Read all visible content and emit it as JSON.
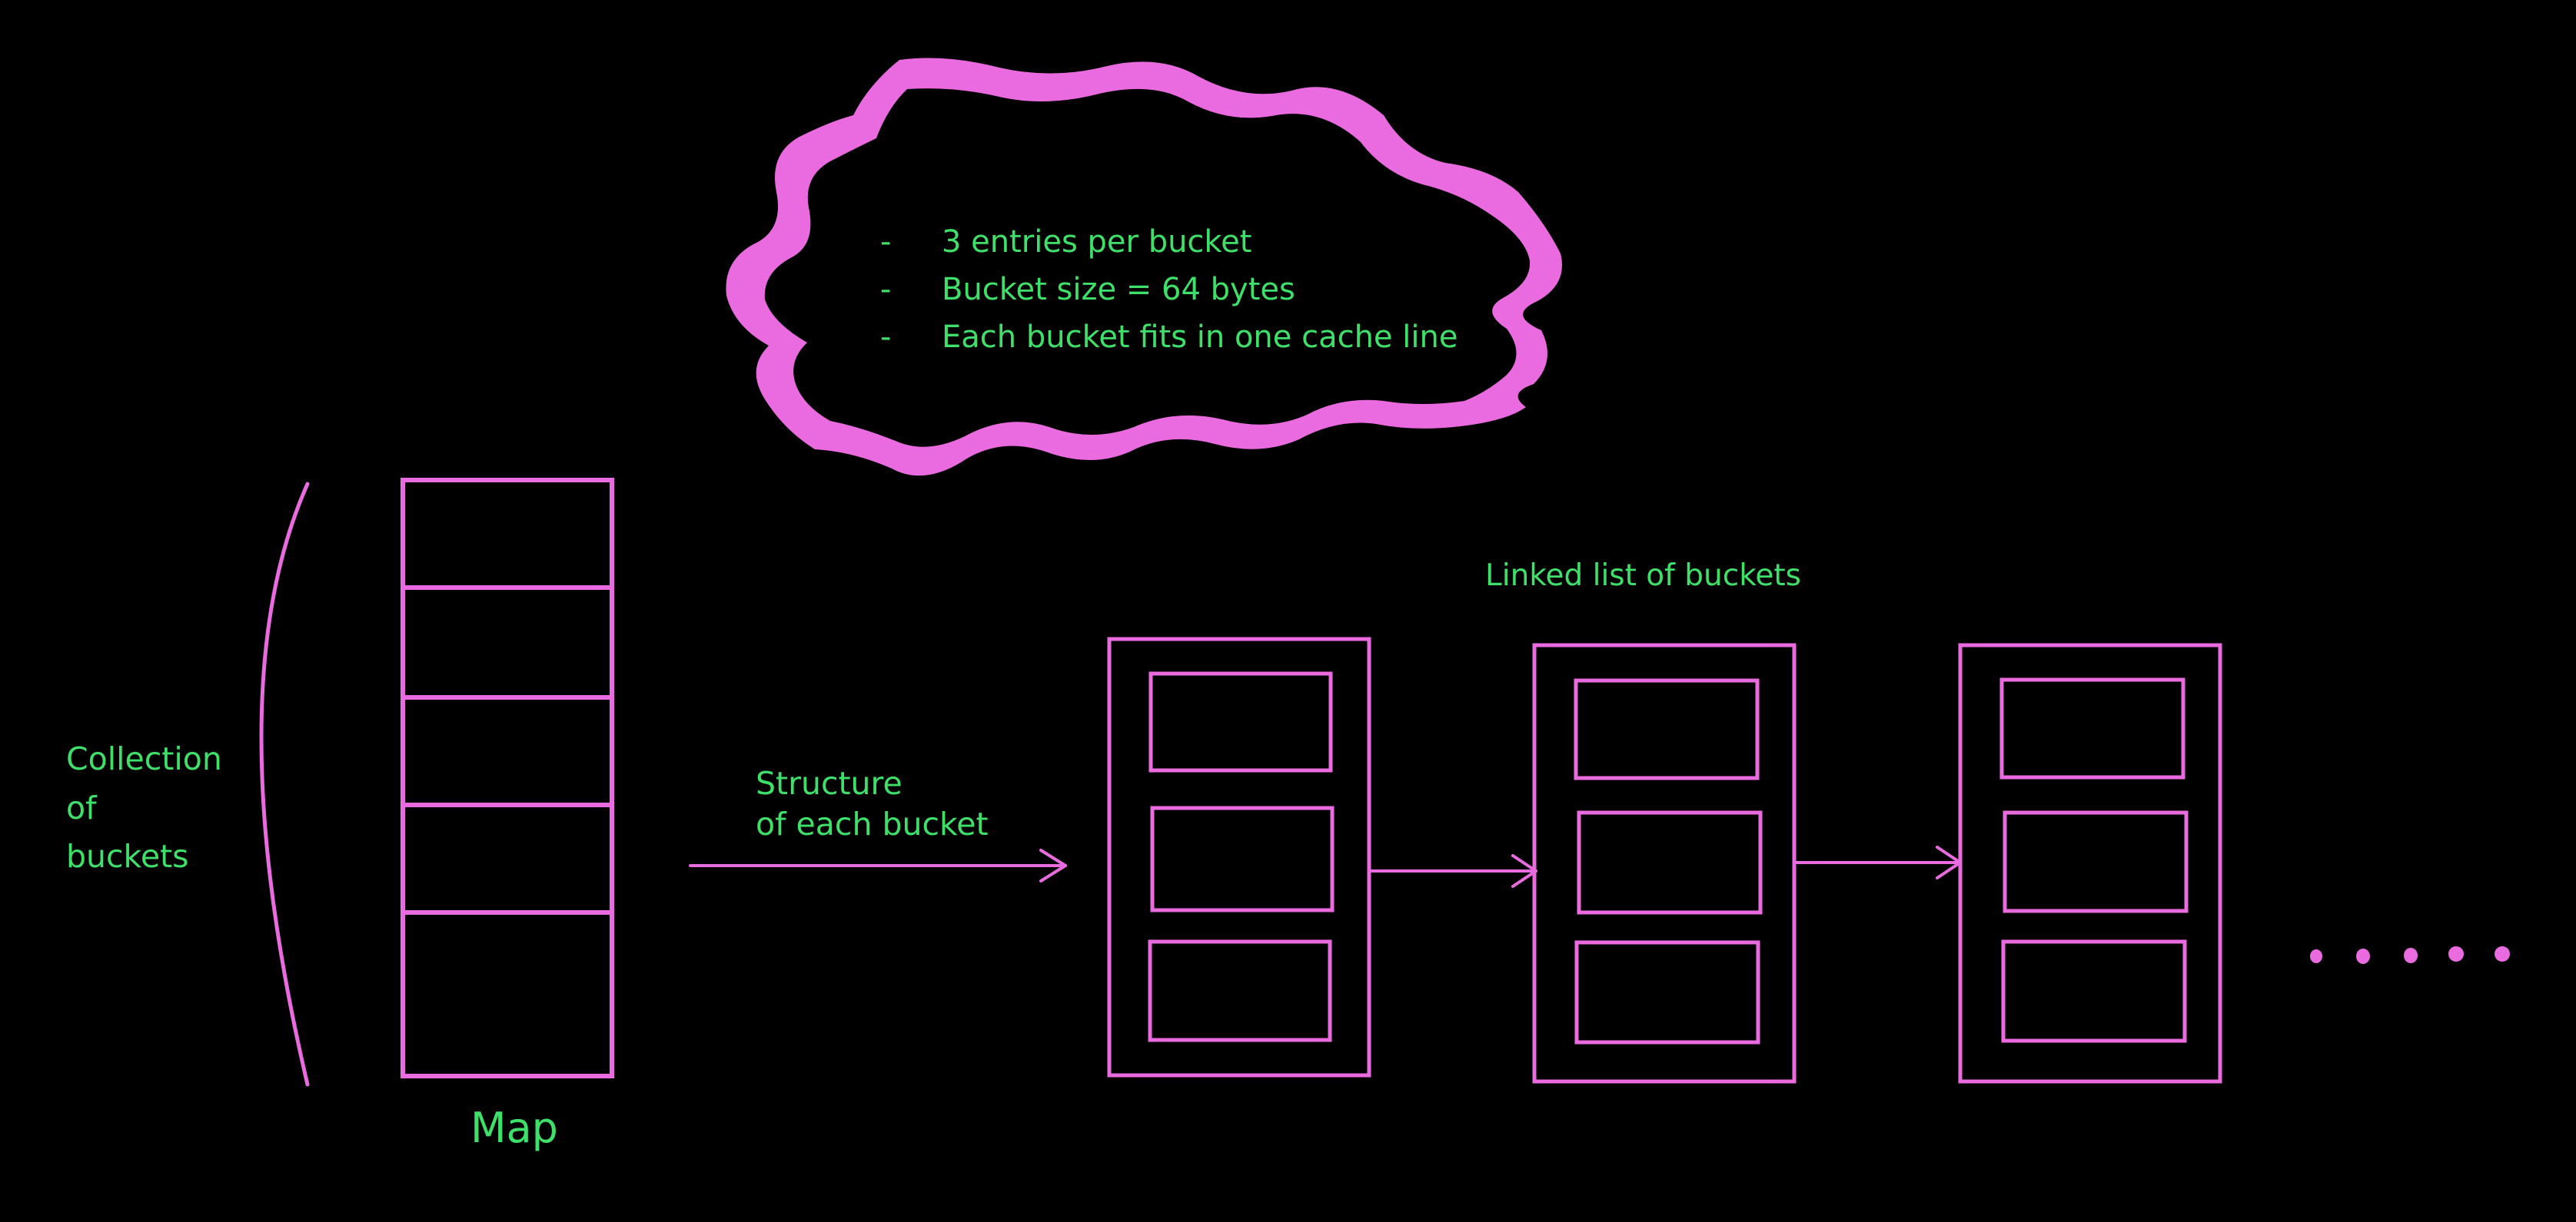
{
  "colors": {
    "background": "#000000",
    "shape": "#ea6be0",
    "text": "#3ee06a"
  },
  "cloud_note": {
    "items": [
      "3 entries per bucket",
      "Bucket size = 64 bytes",
      "Each bucket fits in one cache line"
    ],
    "bullet": "-"
  },
  "labels": {
    "collection": [
      "Collection",
      "of",
      "buckets"
    ],
    "map": "Map",
    "structure": [
      "Structure",
      "of each bucket"
    ],
    "linked_list": "Linked list of buckets"
  },
  "map": {
    "slot_count": 5
  },
  "buckets": [
    {
      "entries": 3
    },
    {
      "entries": 3
    },
    {
      "entries": 3
    }
  ],
  "continuation_dots": 5
}
